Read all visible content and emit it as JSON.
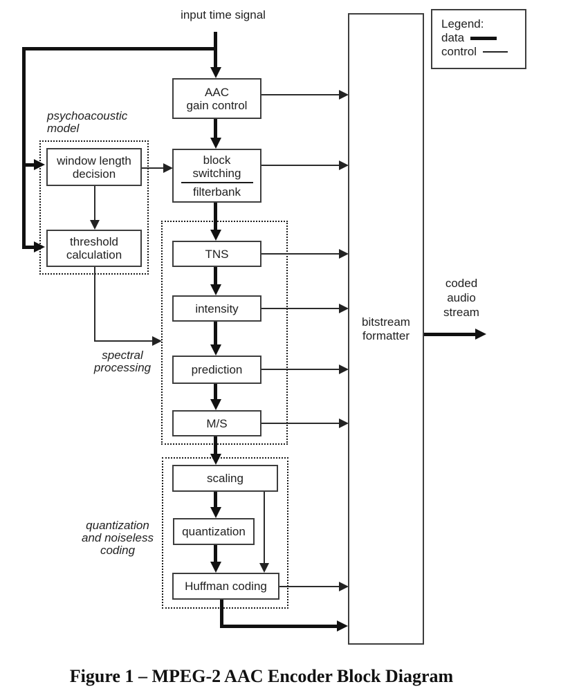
{
  "caption": "Figure 1 – MPEG-2 AAC Encoder Block Diagram",
  "input_label": "input time signal",
  "output_label": [
    "coded",
    "audio",
    "stream"
  ],
  "legend": {
    "title": "Legend:",
    "data_label": "data",
    "control_label": "control"
  },
  "group_labels": {
    "psychoacoustic": [
      "psychoacoustic",
      "model"
    ],
    "spectral": [
      "spectral",
      "processing"
    ],
    "quantization": [
      "quantization",
      "and noiseless",
      "coding"
    ]
  },
  "blocks": {
    "aac_gain_control": [
      "AAC",
      "gain control"
    ],
    "block_switching_filterbank": {
      "numerator": [
        "block",
        "switching"
      ],
      "denominator": "filterbank"
    },
    "window_length_decision": [
      "window length",
      "decision"
    ],
    "threshold_calculation": [
      "threshold",
      "calculation"
    ],
    "tns": "TNS",
    "intensity": "intensity",
    "prediction": "prediction",
    "mid_side": "M/S",
    "scaling": "scaling",
    "quantization": "quantization",
    "huffman_coding": "Huffman coding",
    "bitstream_formatter": [
      "bitstream",
      "formatter"
    ]
  },
  "colors": {
    "background": "#ffffff",
    "data_line": "#111111",
    "control_line": "#2b2b2b",
    "box_border": "#3d3d3d",
    "text": "#1f1f1f"
  }
}
